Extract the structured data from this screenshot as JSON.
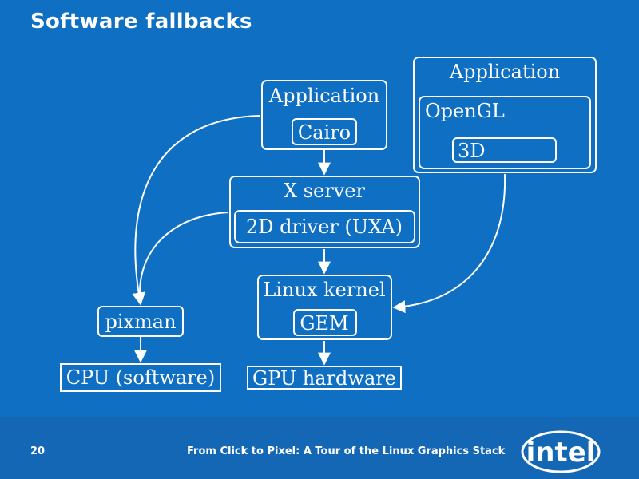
{
  "slide": {
    "title": "Software fallbacks",
    "page_number": "20",
    "footer_title": "From Click to Pixel: A Tour of the Linux Graphics Stack",
    "logo_text": "intel"
  },
  "diagram": {
    "app_cairo": {
      "label": "Application",
      "inner": "Cairo"
    },
    "app_gl": {
      "label": "Application",
      "opengl": "OpenGL",
      "inner": "3D"
    },
    "xserver": {
      "label": "X server",
      "inner": "2D driver (UXA)"
    },
    "kernel": {
      "label": "Linux kernel",
      "inner": "GEM"
    },
    "pixman": {
      "label": "pixman"
    },
    "cpu": {
      "label": "CPU (software)"
    },
    "gpu": {
      "label": "GPU hardware"
    }
  },
  "colors": {
    "background": "#0f6fc2",
    "footer": "#1467b5",
    "foreground": "#ffffff"
  }
}
